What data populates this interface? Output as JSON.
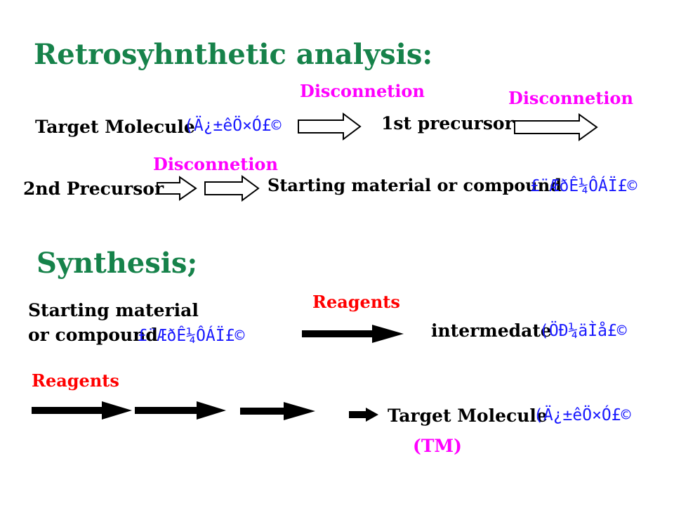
{
  "retro": {
    "heading": "Retrosyhnthetic analysis:",
    "disc1": "Disconnetion",
    "disc2": "Disconnetion",
    "disc3": "Disconnetion",
    "target_label": "Target Molecule",
    "target_garbled": "(Ä¿±êÖ×Ó£©",
    "first_precursor": "1st precursor",
    "second_precursor": "2nd Precursor",
    "starting_label": "Starting material or compound",
    "starting_garbled": "£¨ÆðÊ¼Ô­ÁÏ£©"
  },
  "synthesis": {
    "heading": "Synthesis;",
    "start_line1": "Starting material",
    "start_line2": "or compound",
    "start_garbled": "£¨ÆðÊ¼Ô­ÁÏ£©",
    "reagents1": "Reagents",
    "intermediate_label": "intermedate",
    "intermediate_garbled": "(ÖÐ¼äÌå£©",
    "reagents2": "Reagents",
    "target_label": "Target Molecule",
    "target_garbled": "(Ä¿±êÖ×Ó£©",
    "tm": "(TM)"
  },
  "colors": {
    "heading": "#16824a",
    "disconnection": "#ff00ff",
    "reagents": "#ff0000",
    "garbled": "#1a1aff"
  }
}
